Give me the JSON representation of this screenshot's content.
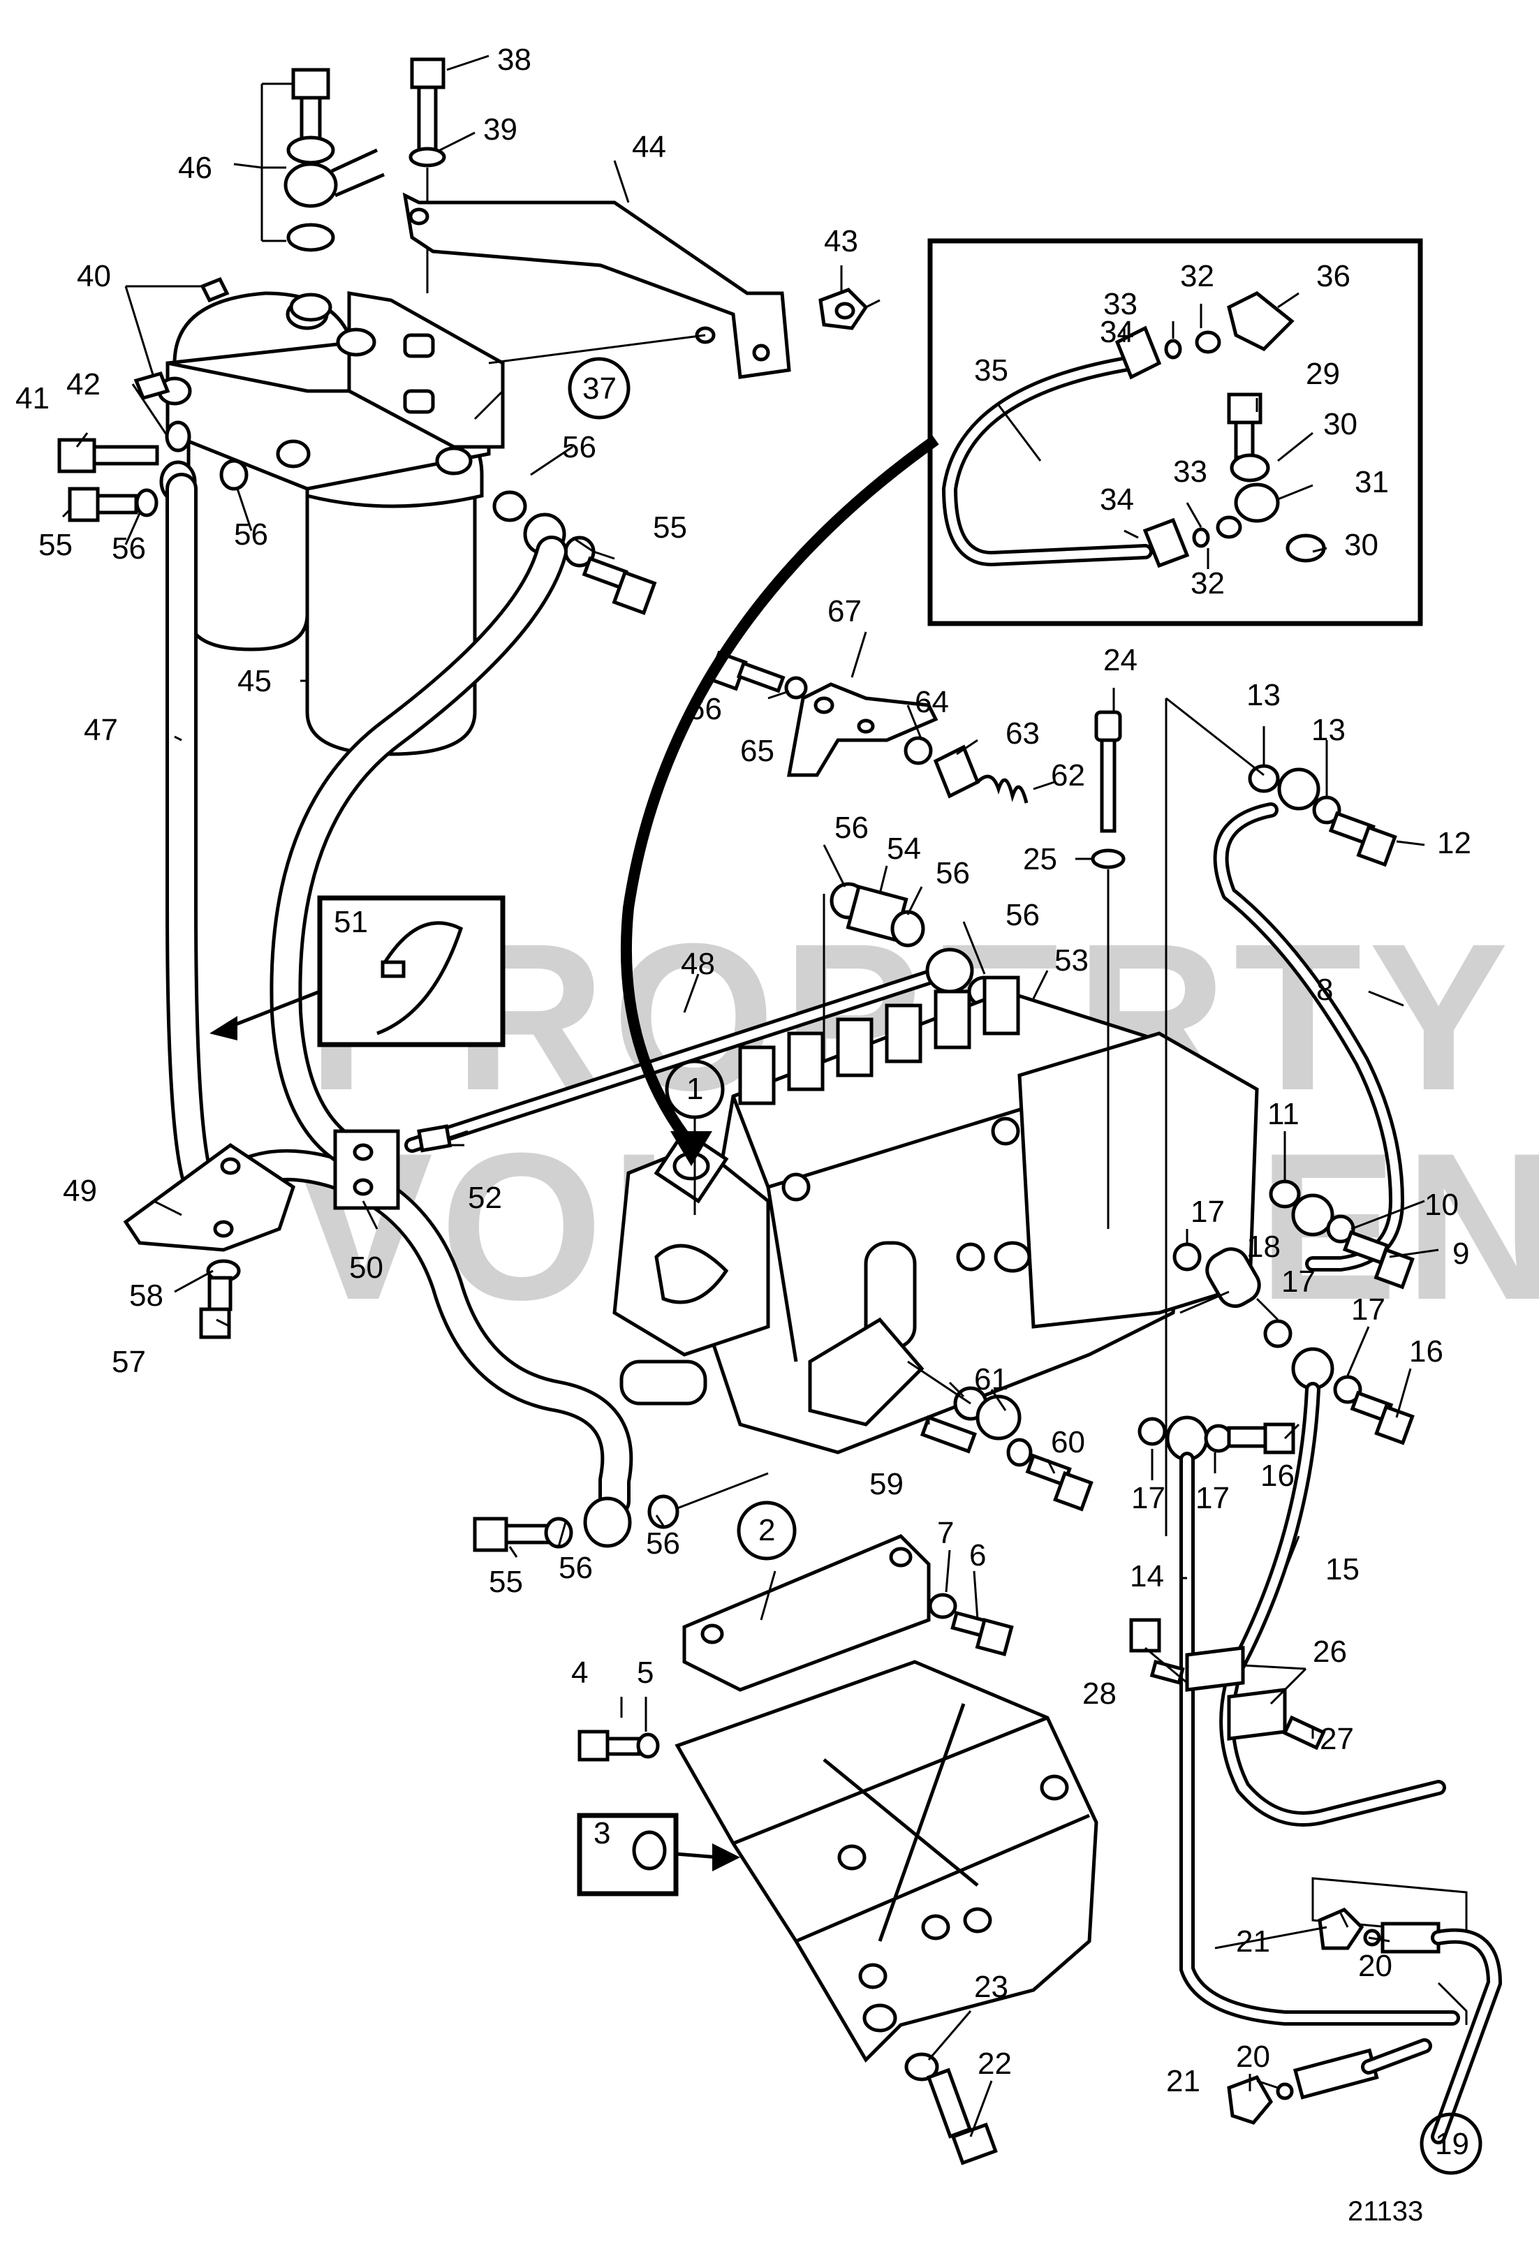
{
  "drawing_number": "21133",
  "watermark": {
    "line1": "PROPERTY OF",
    "line2": "VOLVO PENTA"
  },
  "callouts": [
    "1",
    "2",
    "3",
    "4",
    "5",
    "6",
    "7",
    "8",
    "9",
    "10",
    "11",
    "12",
    "13",
    "13",
    "14",
    "15",
    "16",
    "16",
    "17",
    "17",
    "17",
    "17",
    "17",
    "18",
    "19",
    "20",
    "20",
    "21",
    "21",
    "22",
    "23",
    "24",
    "25",
    "26",
    "27",
    "28",
    "29",
    "30",
    "30",
    "31",
    "32",
    "32",
    "33",
    "33",
    "34",
    "34",
    "35",
    "36",
    "37",
    "38",
    "39",
    "40",
    "41",
    "42",
    "43",
    "44",
    "45",
    "46",
    "47",
    "48",
    "49",
    "50",
    "51",
    "52",
    "53",
    "54",
    "55",
    "55",
    "55",
    "56",
    "56",
    "56",
    "56",
    "56",
    "56",
    "56",
    "56",
    "57",
    "58",
    "59",
    "60",
    "61",
    "62",
    "63",
    "64",
    "65",
    "66",
    "67"
  ],
  "circled_callouts": [
    "1",
    "2",
    "19",
    "37"
  ],
  "boxed_callouts": [
    "3",
    "51"
  ]
}
